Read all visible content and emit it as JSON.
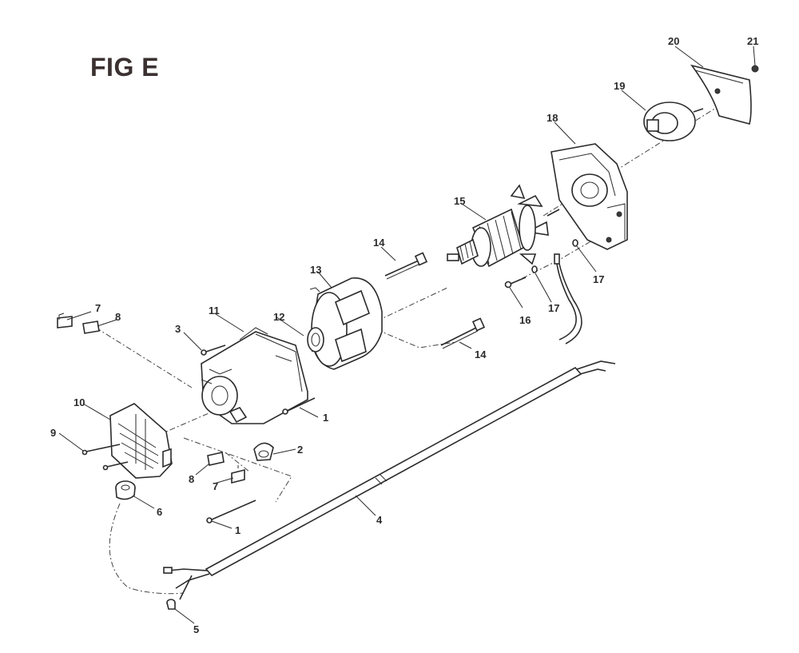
{
  "figure": {
    "title": "FIG E"
  },
  "callouts": {
    "c1a": "1",
    "c1b": "1",
    "c2": "2",
    "c3": "3",
    "c4": "4",
    "c5": "5",
    "c6": "6",
    "c7a": "7",
    "c7b": "7",
    "c8a": "8",
    "c8b": "8",
    "c9": "9",
    "c10": "10",
    "c11": "11",
    "c12": "12",
    "c13": "13",
    "c14a": "14",
    "c14b": "14",
    "c15": "15",
    "c16": "16",
    "c17a": "17",
    "c17b": "17",
    "c18": "18",
    "c19": "19",
    "c20": "20",
    "c21": "21"
  }
}
